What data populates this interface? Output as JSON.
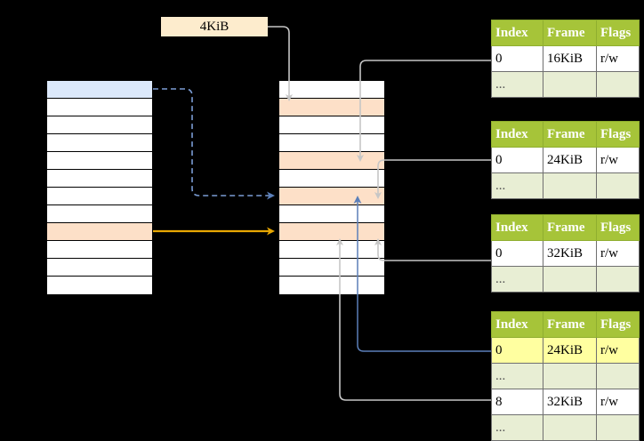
{
  "diagram": {
    "title": "4KiB",
    "page_size_label": "4KiB",
    "colors": {
      "header_green": "#a6c439",
      "ellipsis_row": "#e8eed4",
      "highlight_yellow": "#ffffa0",
      "peach": "#fde0c8",
      "blue": "#dce9fb",
      "orange_arrow": "#e8a702",
      "blue_arrow": "#5b7fb9",
      "gray_wire": "#c8c8c8"
    }
  },
  "left_table": {
    "name": "left-memory-column",
    "row_count": 12,
    "rows": [
      {
        "fill": "blue"
      },
      {
        "fill": "white"
      },
      {
        "fill": "white"
      },
      {
        "fill": "white"
      },
      {
        "fill": "white"
      },
      {
        "fill": "white"
      },
      {
        "fill": "white"
      },
      {
        "fill": "white"
      },
      {
        "fill": "peach"
      },
      {
        "fill": "white"
      },
      {
        "fill": "white"
      },
      {
        "fill": "white"
      }
    ]
  },
  "middle_table": {
    "name": "middle-memory-column",
    "row_count": 12,
    "rows": [
      {
        "fill": "white"
      },
      {
        "fill": "peach"
      },
      {
        "fill": "white"
      },
      {
        "fill": "white"
      },
      {
        "fill": "peach"
      },
      {
        "fill": "white"
      },
      {
        "fill": "peach"
      },
      {
        "fill": "white"
      },
      {
        "fill": "peach"
      },
      {
        "fill": "white"
      },
      {
        "fill": "white"
      },
      {
        "fill": "white"
      }
    ]
  },
  "page_tables": [
    {
      "id": "page-table-1",
      "headers": [
        "Index",
        "Frame",
        "Flags"
      ],
      "rows": [
        {
          "cells": [
            "0",
            "16KiB",
            "r/w"
          ],
          "ellipsis": false,
          "highlight": [
            false,
            false,
            false
          ]
        },
        {
          "cells": [
            "...",
            "",
            ""
          ],
          "ellipsis": true,
          "highlight": [
            false,
            false,
            false
          ]
        }
      ]
    },
    {
      "id": "page-table-2",
      "headers": [
        "Index",
        "Frame",
        "Flags"
      ],
      "rows": [
        {
          "cells": [
            "0",
            "24KiB",
            "r/w"
          ],
          "ellipsis": false,
          "highlight": [
            false,
            false,
            false
          ]
        },
        {
          "cells": [
            "...",
            "",
            ""
          ],
          "ellipsis": true,
          "highlight": [
            false,
            false,
            false
          ]
        }
      ]
    },
    {
      "id": "page-table-3",
      "headers": [
        "Index",
        "Frame",
        "Flags"
      ],
      "rows": [
        {
          "cells": [
            "0",
            "32KiB",
            "r/w"
          ],
          "ellipsis": false,
          "highlight": [
            false,
            false,
            false
          ]
        },
        {
          "cells": [
            "...",
            "",
            ""
          ],
          "ellipsis": true,
          "highlight": [
            false,
            false,
            false
          ]
        }
      ]
    },
    {
      "id": "page-table-4",
      "headers": [
        "Index",
        "Frame",
        "Flags"
      ],
      "rows": [
        {
          "cells": [
            "0",
            "24KiB",
            "r/w"
          ],
          "ellipsis": false,
          "highlight": [
            true,
            true,
            true
          ]
        },
        {
          "cells": [
            "...",
            "",
            ""
          ],
          "ellipsis": true,
          "highlight": [
            false,
            false,
            false
          ]
        },
        {
          "cells": [
            "8",
            "32KiB",
            "r/w"
          ],
          "ellipsis": false,
          "highlight": [
            false,
            false,
            false
          ]
        },
        {
          "cells": [
            "...",
            "",
            ""
          ],
          "ellipsis": true,
          "highlight": [
            false,
            false,
            false
          ]
        }
      ]
    }
  ]
}
